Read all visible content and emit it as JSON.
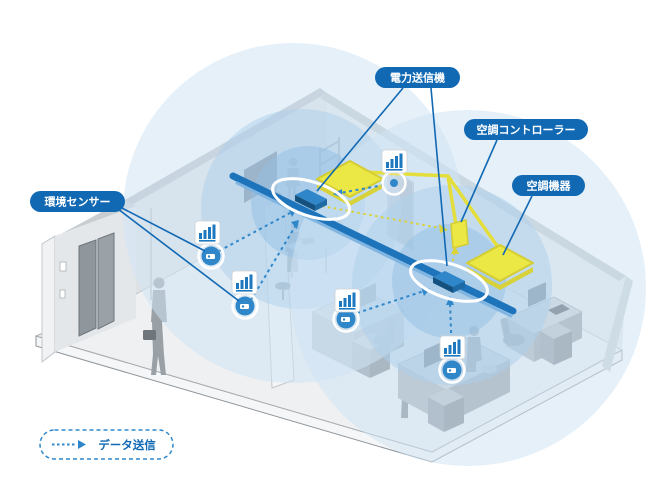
{
  "diagram": {
    "title": "wireless-power-and-sensor-office-diagram",
    "labels": {
      "power_transmitter": "電力送信機",
      "ac_controller": "空調コントローラー",
      "ac_equipment": "空調機器",
      "env_sensor": "環境センサー"
    },
    "legend": {
      "data_transmission": "データ送信"
    },
    "colors": {
      "label_pill_blue": "#1169b4",
      "beam_blue": "#1d74bb",
      "data_link_blue": "#2f87ca",
      "equipment_yellow": "#ebe845",
      "yellow_line": "#e4de3d",
      "wave_blue_outer": "#cfe3f4",
      "wave_blue_mid": "#aecfeb",
      "wave_blue_inner": "#93bfe3",
      "room_gray": "#dfe2e5",
      "furniture_gray": "#8b9298"
    },
    "icons": {
      "sensor": "sensor-dot-icon",
      "sensor_data": "bar-chart-icon",
      "transmitter": "transmitter-box-icon",
      "ac_unit": "ceiling-ac-icon",
      "controller": "wall-controller-icon",
      "arrow": "dashed-arrow-icon"
    }
  }
}
